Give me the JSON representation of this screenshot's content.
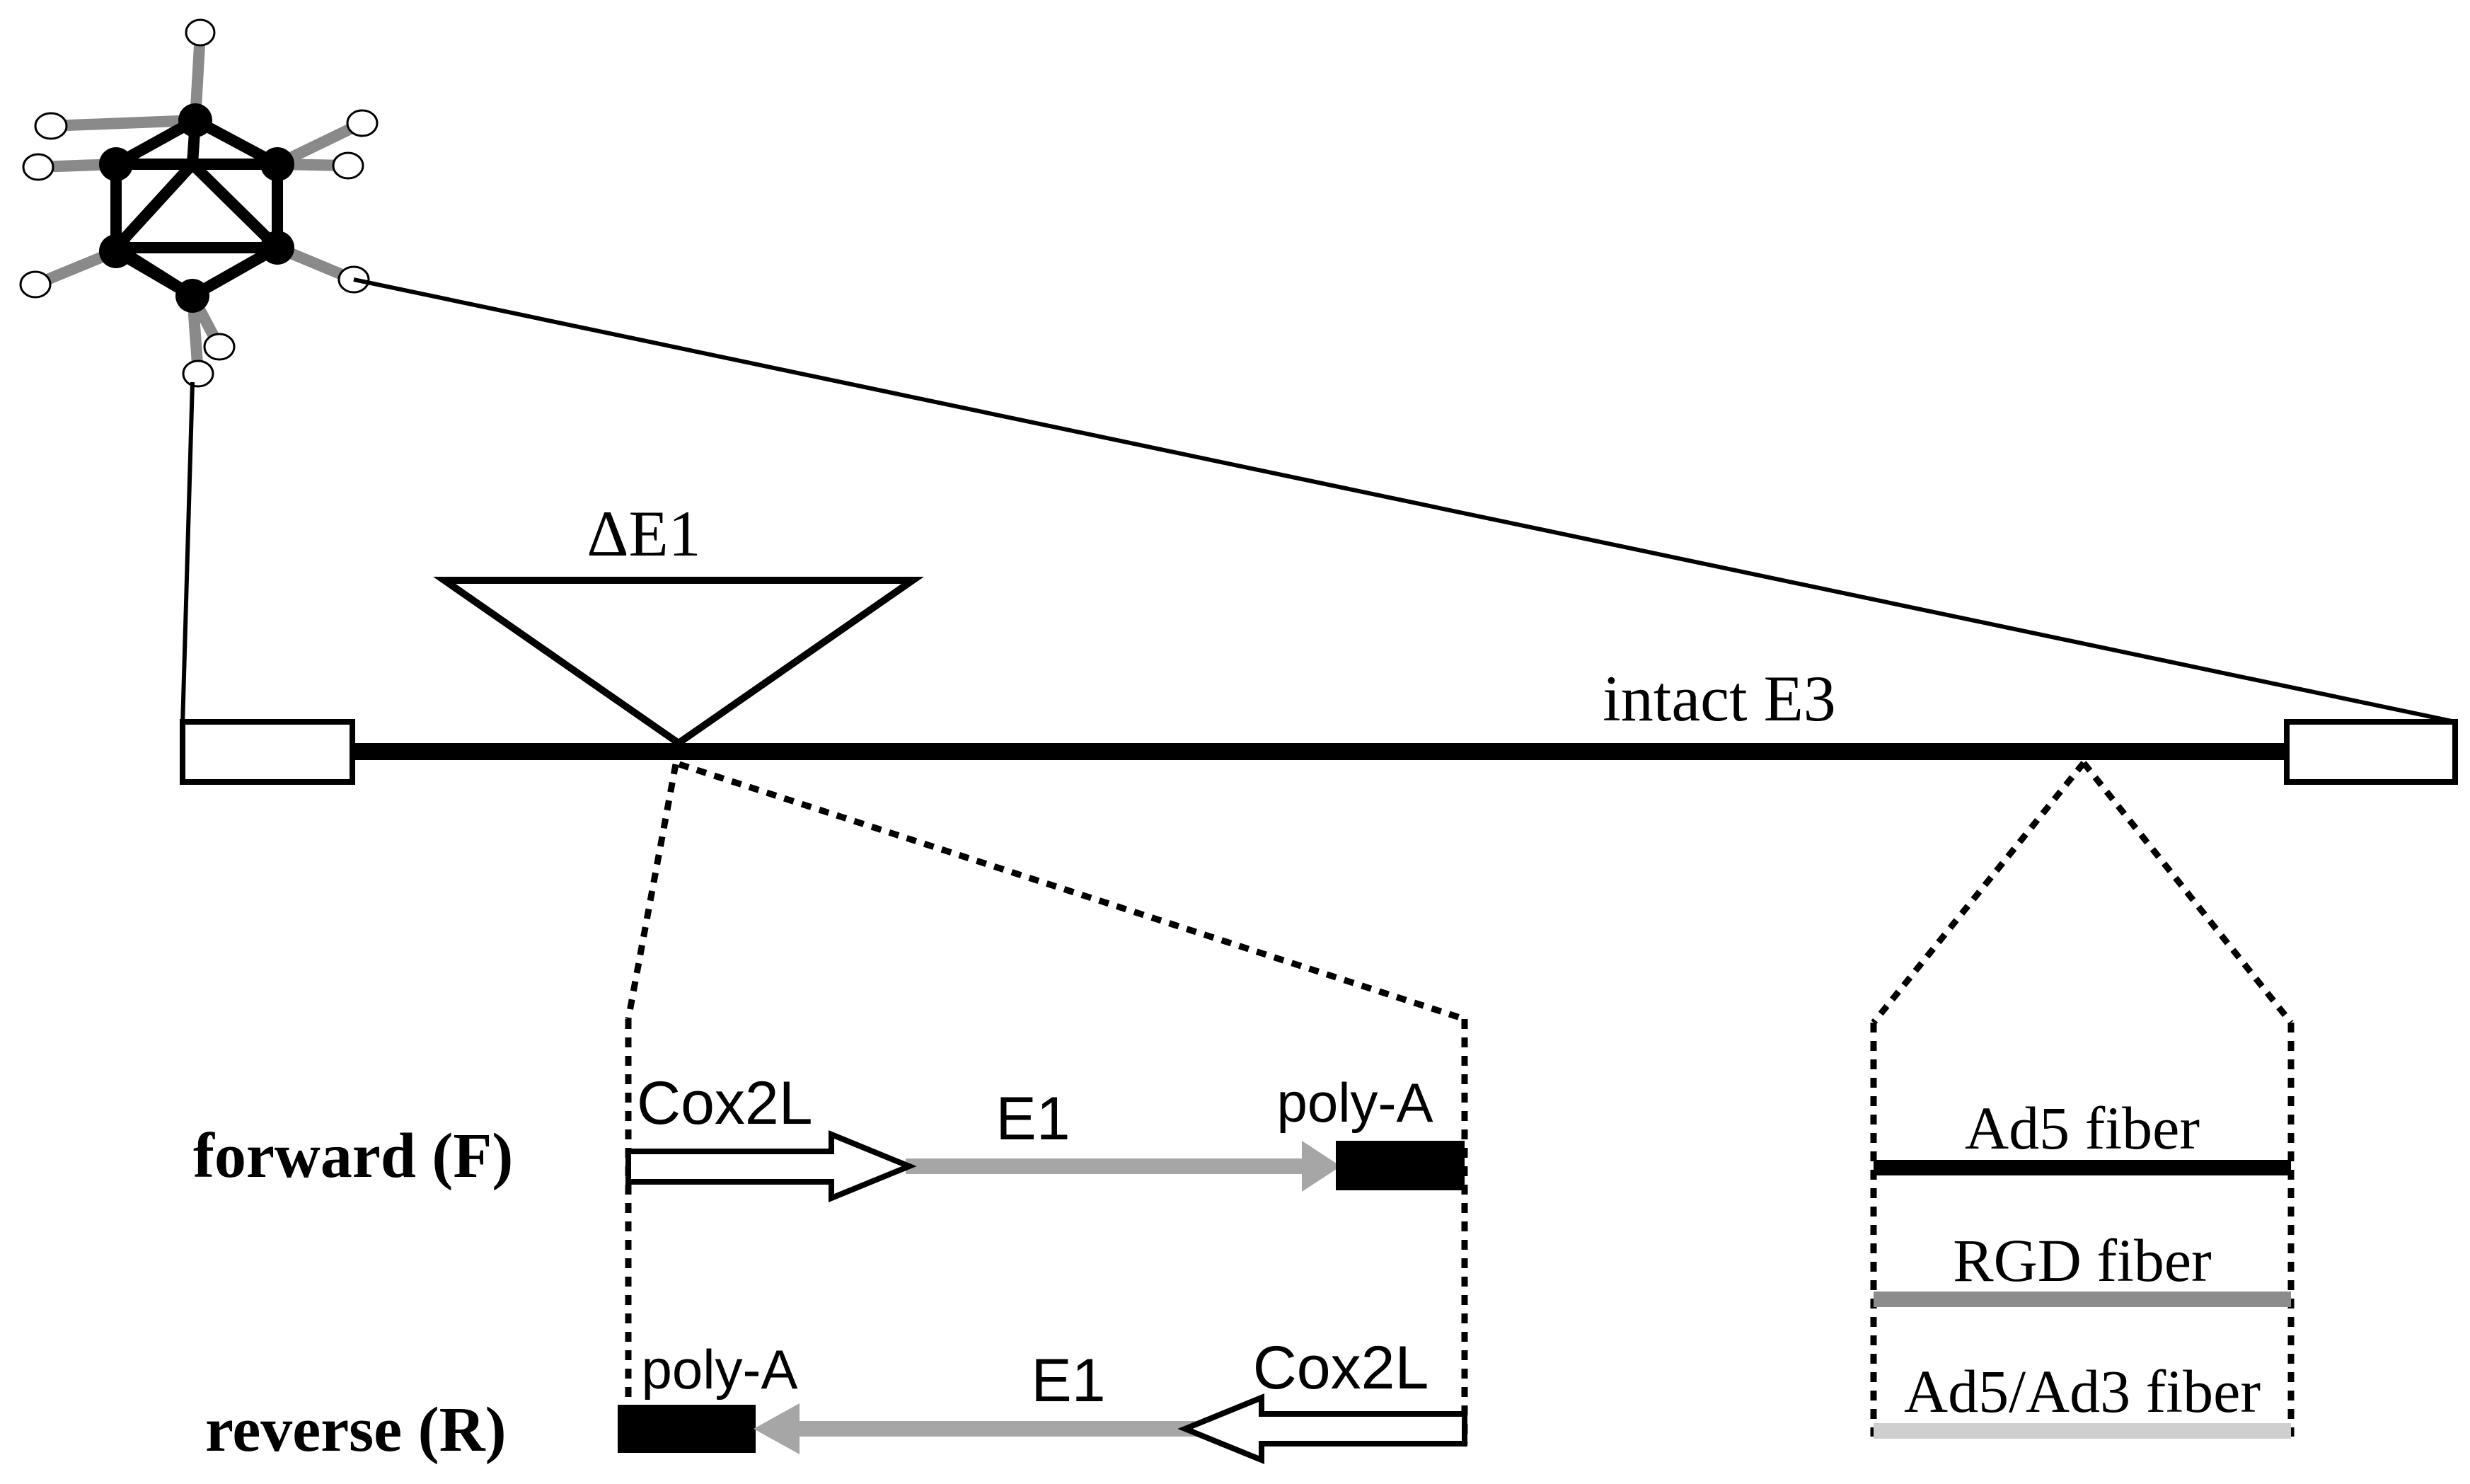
{
  "labels": {
    "delta_e1": "ΔE1",
    "intact_e3": "intact E3",
    "forward": "forward (F)",
    "reverse": "reverse (R)",
    "cox2l_forward": "Cox2L",
    "e1_forward": "E1",
    "polya_forward": "poly-A",
    "polya_reverse": "poly-A",
    "e1_reverse": "E1",
    "cox2l_reverse": "Cox2L",
    "fiber_ad5": "Ad5 fiber",
    "fiber_rgd": "RGD fiber",
    "fiber_ad5ad3": "Ad5/Ad3 fiber"
  },
  "colors": {
    "black": "#000000",
    "e1_gray": "#a6a6a6",
    "rgd_gray": "#8c8c8c",
    "ad5ad3_gray": "#cfcfcf",
    "fiber_arm_gray": "#8a8a8a",
    "white": "#ffffff"
  },
  "icons": {
    "virus": "adenovirus-icosahedron-icon"
  }
}
